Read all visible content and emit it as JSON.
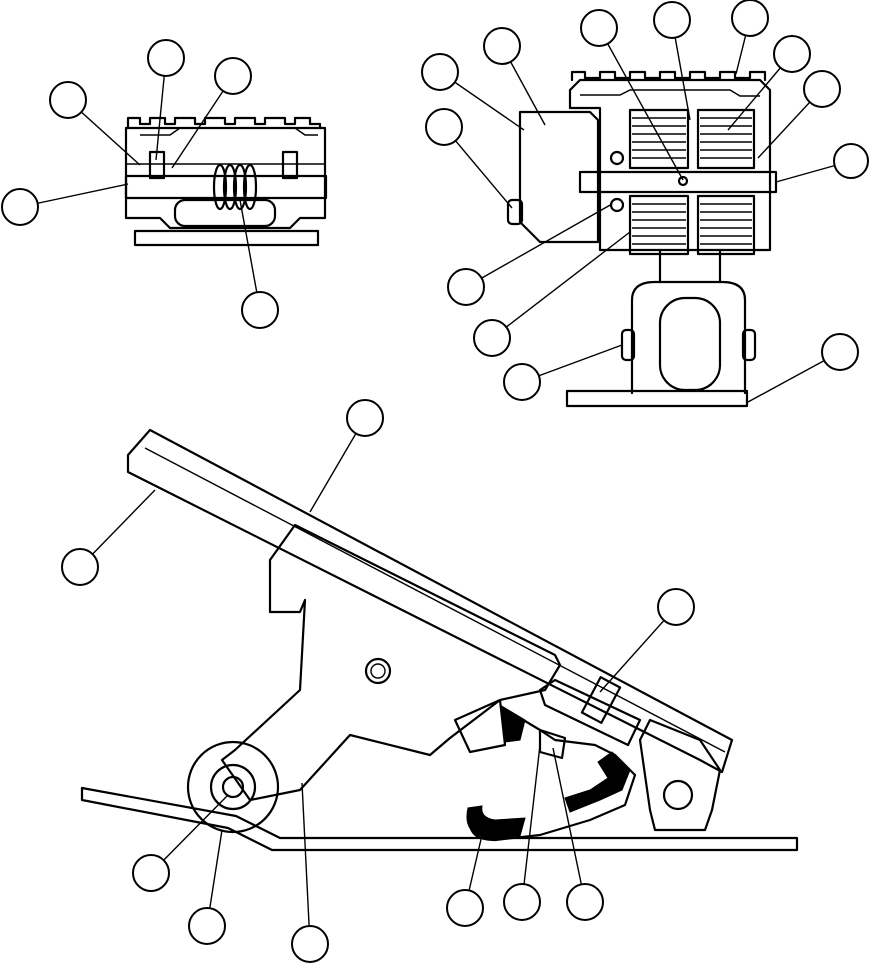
{
  "figure": {
    "kind": "exploded parts illustration",
    "views": [
      "pedal-end-view",
      "pedal-section-view",
      "pedal-side-view"
    ],
    "callouts": [
      {
        "id": "c01",
        "label": ""
      },
      {
        "id": "c02",
        "label": ""
      },
      {
        "id": "c03",
        "label": ""
      },
      {
        "id": "c04",
        "label": ""
      },
      {
        "id": "c05",
        "label": ""
      },
      {
        "id": "c06",
        "label": ""
      },
      {
        "id": "c07",
        "label": ""
      },
      {
        "id": "c08",
        "label": ""
      },
      {
        "id": "c09",
        "label": ""
      },
      {
        "id": "c10",
        "label": ""
      },
      {
        "id": "c11",
        "label": ""
      },
      {
        "id": "c12",
        "label": ""
      },
      {
        "id": "c13",
        "label": ""
      },
      {
        "id": "c14",
        "label": ""
      },
      {
        "id": "c15",
        "label": ""
      },
      {
        "id": "c16",
        "label": ""
      },
      {
        "id": "c17",
        "label": ""
      },
      {
        "id": "c18",
        "label": ""
      },
      {
        "id": "c19",
        "label": ""
      },
      {
        "id": "c20",
        "label": ""
      },
      {
        "id": "c21",
        "label": ""
      },
      {
        "id": "c22",
        "label": ""
      },
      {
        "id": "c23",
        "label": ""
      },
      {
        "id": "c24",
        "label": ""
      },
      {
        "id": "c25",
        "label": ""
      },
      {
        "id": "c26",
        "label": ""
      }
    ],
    "line_color": "#000000",
    "background_color": "#ffffff"
  }
}
